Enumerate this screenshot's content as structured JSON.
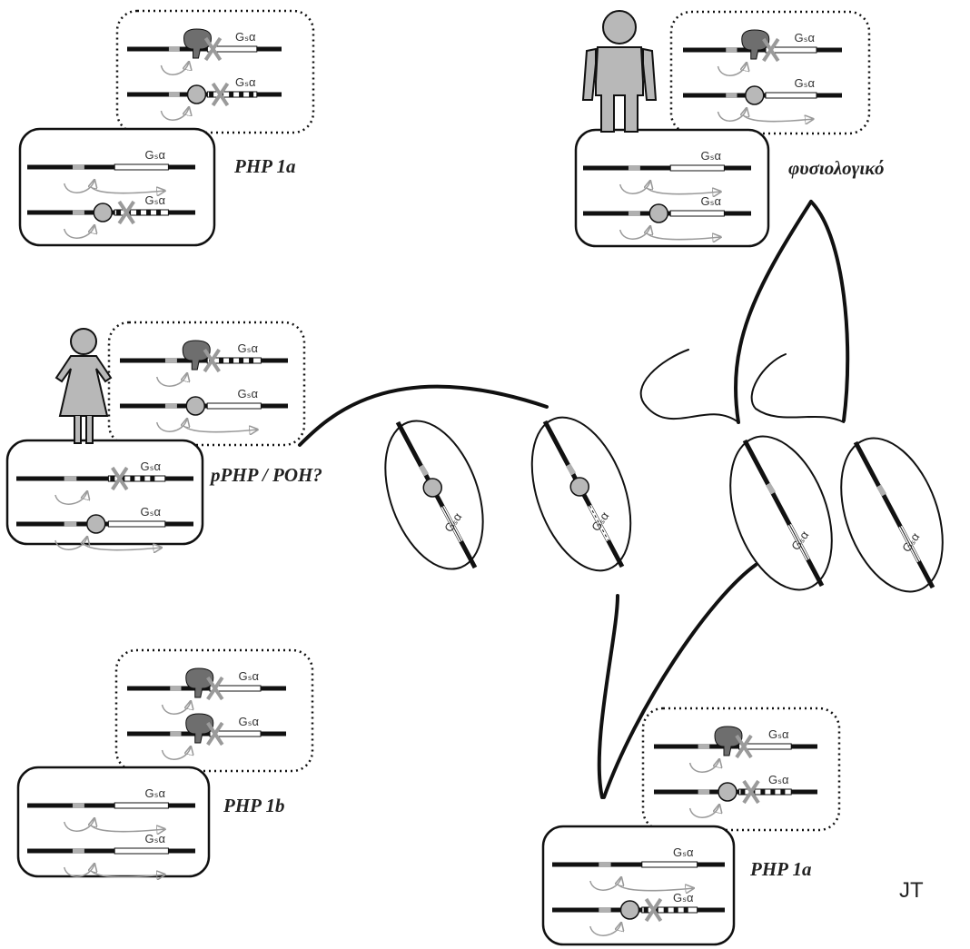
{
  "colors": {
    "ink": "#111111",
    "grey": "#9a9a9a",
    "figure": "#b8b8b8",
    "protein": "#6e6e6e",
    "promoter": "#b0b0b0"
  },
  "icons": {
    "mutation": "x-mark-icon",
    "methylation": "methyl-circle-icon",
    "imprinting": "imprint-blob-icon",
    "transcription": "arrow-icon"
  },
  "gene_label": "Gₛα",
  "panels": {
    "php1a_top": {
      "label": "PHP 1a"
    },
    "normal": {
      "label": "φυσιολογικό"
    },
    "pphp_poh": {
      "label": "pPHP / POH?"
    },
    "php1b": {
      "label": "PHP 1b"
    },
    "php1a_bottom": {
      "label": "PHP 1a"
    }
  },
  "signature": "JT"
}
